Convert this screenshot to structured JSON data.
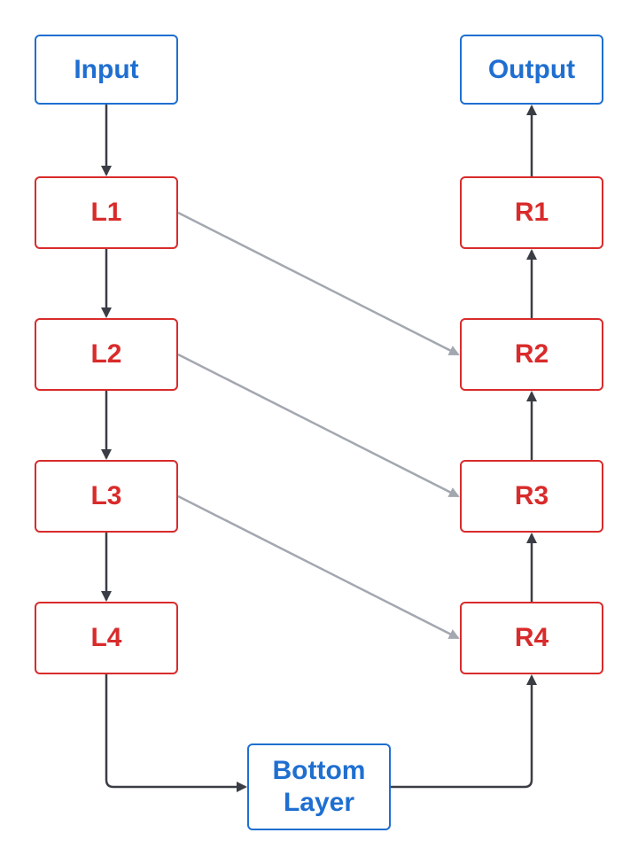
{
  "nodes": {
    "input": "Input",
    "output": "Output",
    "l1": "L1",
    "l2": "L2",
    "l3": "L3",
    "l4": "L4",
    "r1": "R1",
    "r2": "R2",
    "r3": "R3",
    "r4": "R4",
    "bottom": "Bottom\nLayer"
  },
  "colors": {
    "io": "#1f6fd0",
    "layer": "#d92b2b",
    "main_arrow": "#3a3d44",
    "skip_arrow": "#a3a7b0"
  }
}
